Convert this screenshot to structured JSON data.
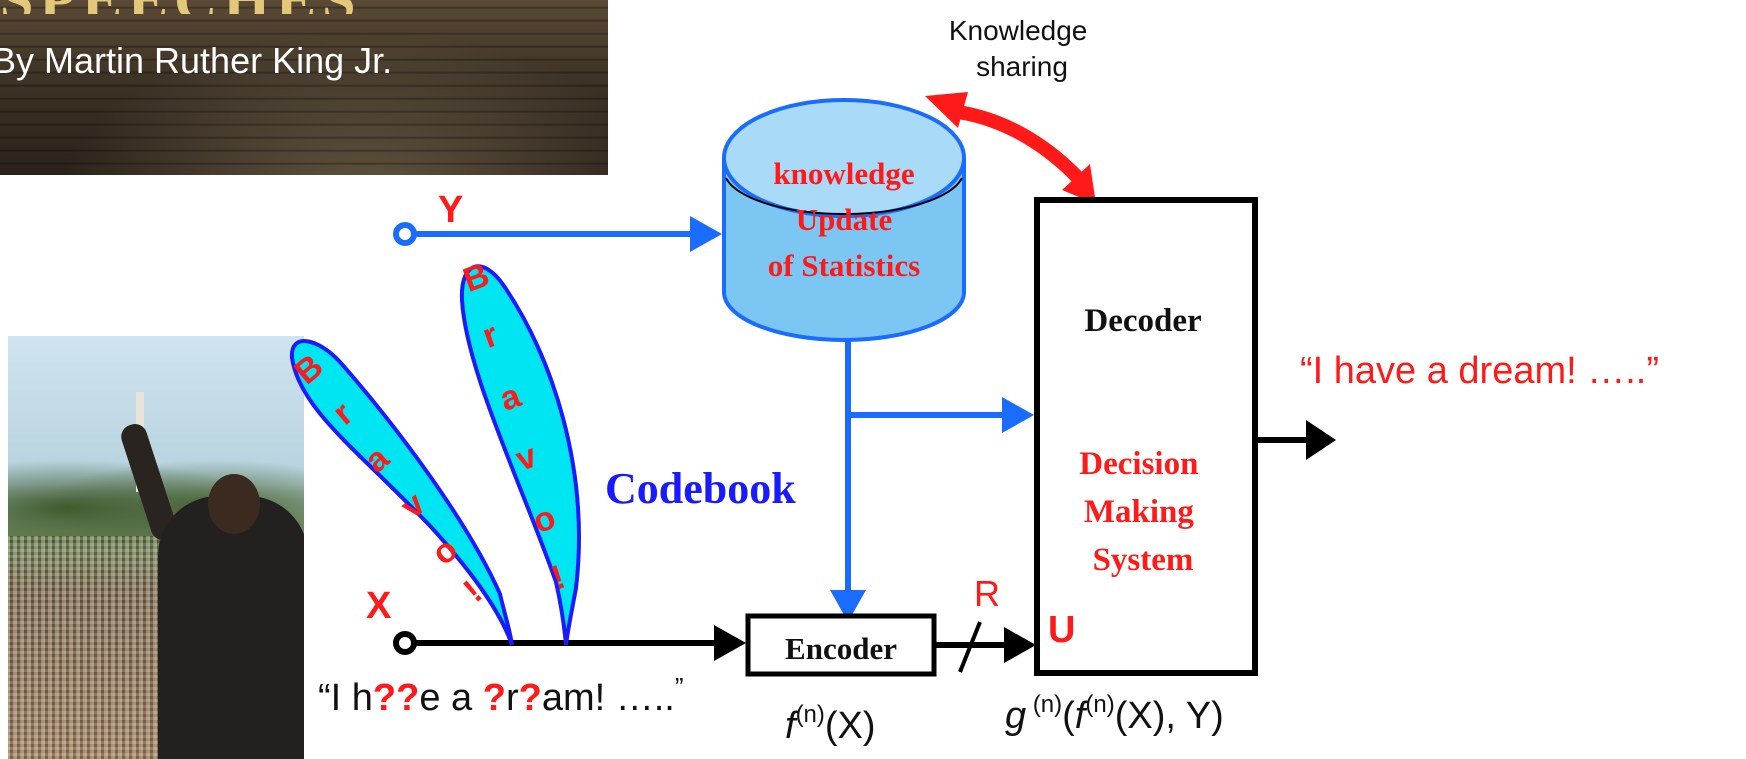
{
  "banner": {
    "headline": "SPEECHES",
    "byline": "By Martin Ruther King Jr."
  },
  "knowledge_sharing": "Knowledge\nsharing",
  "database": {
    "line1": "knowledge",
    "line2": "Update",
    "line3": "of Statistics"
  },
  "labels": {
    "Y": "Y",
    "X": "X",
    "R": "R",
    "U": "U",
    "codebook": "Codebook"
  },
  "encoder": "Encoder",
  "decoder": {
    "title": "Decoder",
    "decision": "Decision\nMaking\nSystem"
  },
  "output_quote": "“I have a dream! …..”",
  "input_quote": {
    "parts": [
      "“I h",
      "??",
      "e a ",
      "?",
      "r",
      "?",
      "am! …..",
      "”"
    ]
  },
  "formula_f": {
    "f": "f",
    "sup": "(n)",
    "arg": "(X)"
  },
  "formula_g": {
    "g": "g",
    "sup1": " (n)",
    "open": "(",
    "f": "f",
    "sup2": "(n)",
    "rest": "(X), Y)"
  },
  "bubbles": {
    "left": [
      "B",
      "r",
      "a",
      "v",
      "o",
      "!"
    ],
    "right": [
      "B",
      "r",
      "a",
      "v",
      "o",
      "!"
    ]
  },
  "colors": {
    "blue": "#1a6cff",
    "red": "#ff1a1a",
    "cyan": "#00e5f2",
    "db_fill": "#7cc6f4",
    "db_top": "#a9daf8",
    "black": "#000000"
  }
}
